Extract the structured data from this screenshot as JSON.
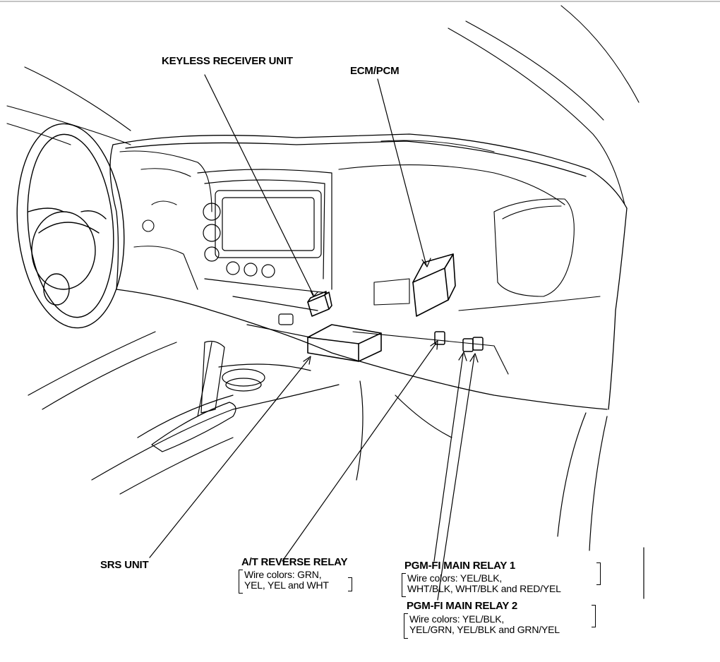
{
  "labels": {
    "keyless_receiver_unit": "KEYLESS RECEIVER UNIT",
    "ecm_pcm": "ECM/PCM",
    "srs_unit": "SRS UNIT",
    "at_reverse_relay": {
      "title": "A/T REVERSE RELAY",
      "wire_line_1": "Wire colors: GRN,",
      "wire_line_2": "YEL, YEL and WHT"
    },
    "pgm_fi_main_relay_1": {
      "title": "PGM-FI MAIN RELAY 1",
      "wire_line_1": "Wire colors: YEL/BLK,",
      "wire_line_2": "WHT/BLK, WHT/BLK and RED/YEL"
    },
    "pgm_fi_main_relay_2": {
      "title": "PGM-FI MAIN RELAY 2",
      "wire_line_1": "Wire colors: YEL/BLK,",
      "wire_line_2": "YEL/GRN, YEL/BLK and GRN/YEL"
    }
  },
  "colors": {
    "line": "#000000",
    "background": "#ffffff"
  }
}
